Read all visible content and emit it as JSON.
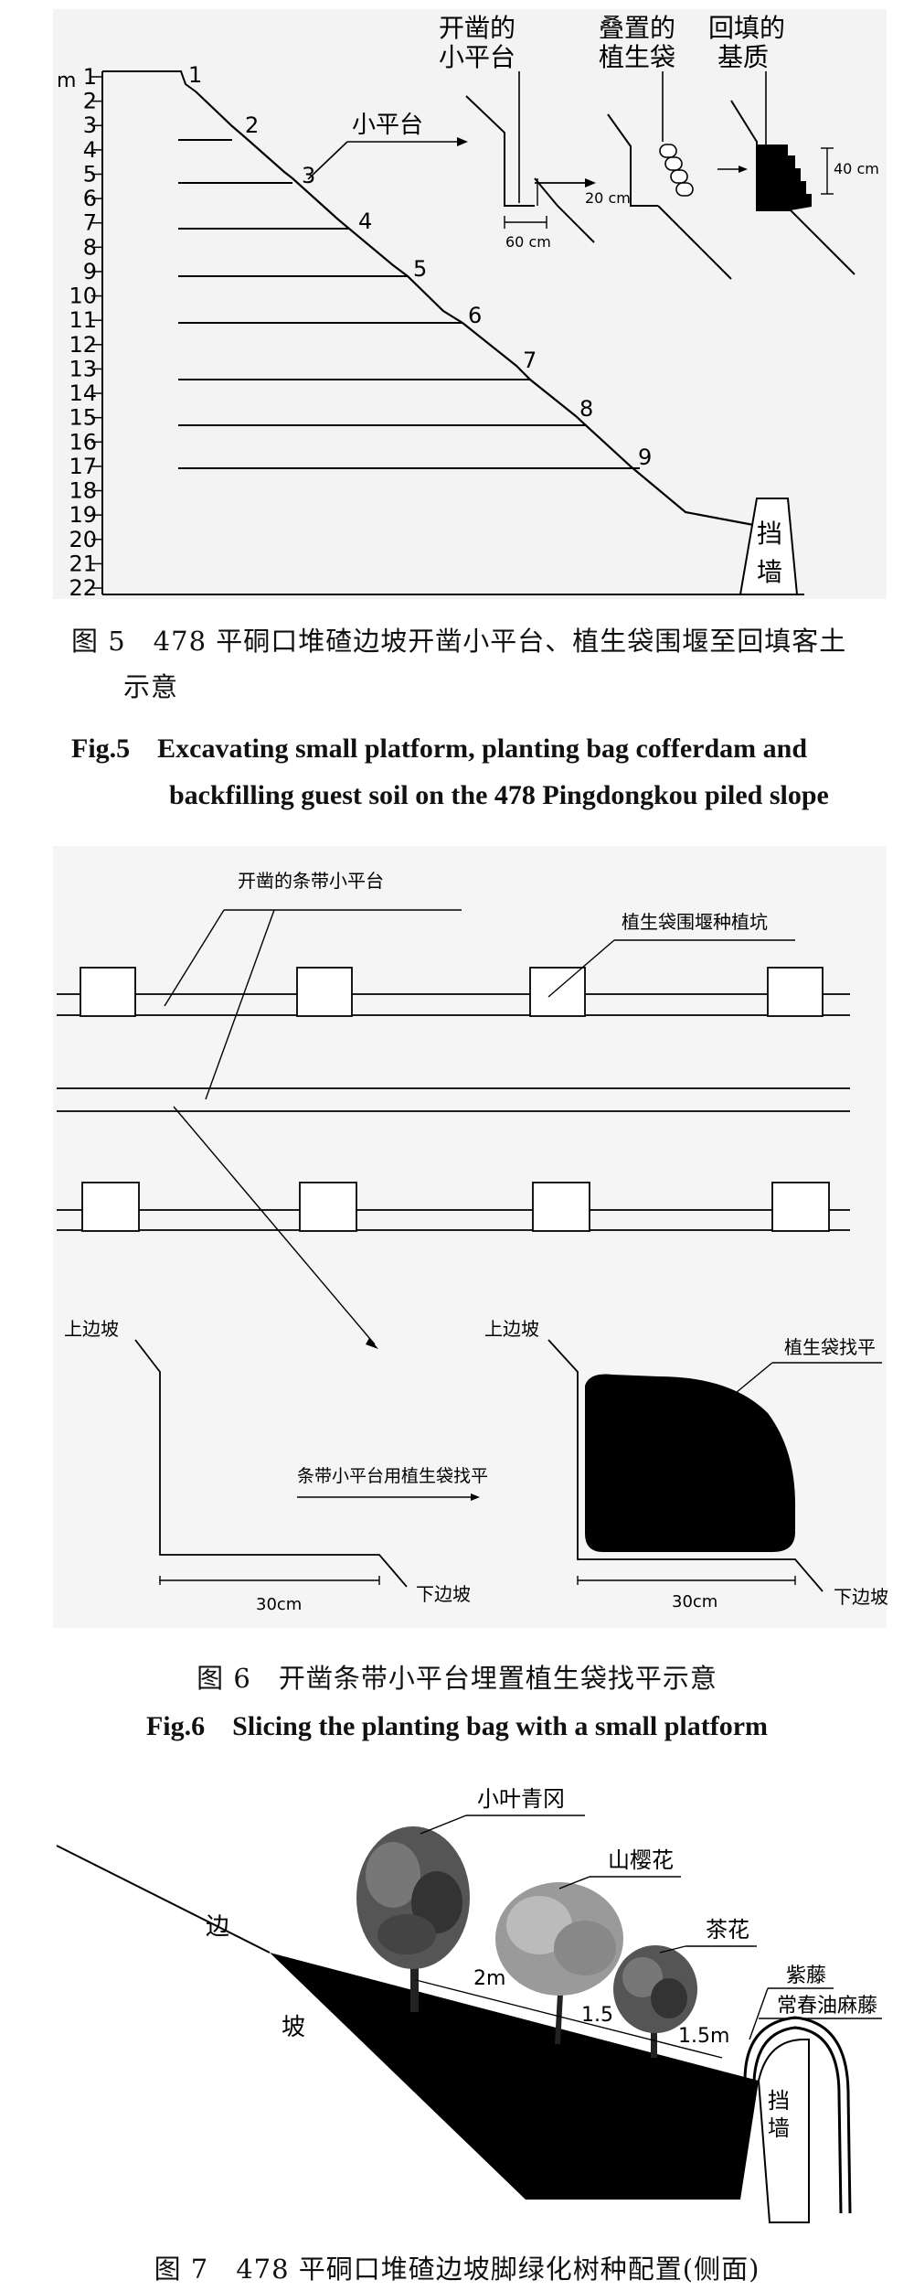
{
  "fig5": {
    "unit": "m",
    "scale": [
      "1",
      "2",
      "3",
      "4",
      "5",
      "6",
      "7",
      "8",
      "9",
      "10",
      "11",
      "12",
      "13",
      "14",
      "15",
      "16",
      "17",
      "18",
      "19",
      "20",
      "21",
      "22"
    ],
    "step_numbers": [
      "1",
      "2",
      "3",
      "4",
      "5",
      "6",
      "7",
      "8",
      "9"
    ],
    "platform_label": "小平台",
    "inset_labels": {
      "open_l1": "开凿的",
      "open_l2": "小平台",
      "stack_l1": "叠置的",
      "stack_l2": "植生袋",
      "fill_l1": "回填的",
      "fill_l2": "基质",
      "dim_60": "60 cm",
      "dim_20": "20 cm",
      "dim_40": "40 cm"
    },
    "wall_c1": "挡",
    "wall_c2": "墙",
    "caption_cn_l1": "图 5　478 平硐口堆碴边坡开凿小平台、植生袋围堰至回填客土",
    "caption_cn_l2": "示意",
    "caption_en_l1": "Fig.5　Excavating small platform, planting bag cofferdam and",
    "caption_en_l2": "backfilling guest soil on the 478 Pingdongkou piled slope"
  },
  "fig6": {
    "label_platform": "开凿的条带小平台",
    "label_pit": "植生袋围堰种植坑",
    "upper_slope": "上边坡",
    "lower_slope": "下边坡",
    "arrow_text": "条带小平台用植生袋找平",
    "bag_label": "植生袋找平",
    "dim_left": "30cm",
    "dim_right": "30cm",
    "caption_cn": "图 6　开凿条带小平台埋置植生袋找平示意",
    "caption_en": "Fig.6　Slicing the planting bag with a small platform"
  },
  "fig7": {
    "tree1": "小叶青冈",
    "tree2": "山樱花",
    "tree3": "茶花",
    "vine1": "紫藤",
    "vine2": "常春油麻藤",
    "slope_c1": "边",
    "slope_c2": "坡",
    "wall_c1": "挡",
    "wall_c2": "墙",
    "dist1": "2m",
    "dist2": "1.5",
    "dist3": "1.5m",
    "caption_cn": "图 7　478 平硐口堆碴边坡脚绿化树种配置(侧面)"
  }
}
